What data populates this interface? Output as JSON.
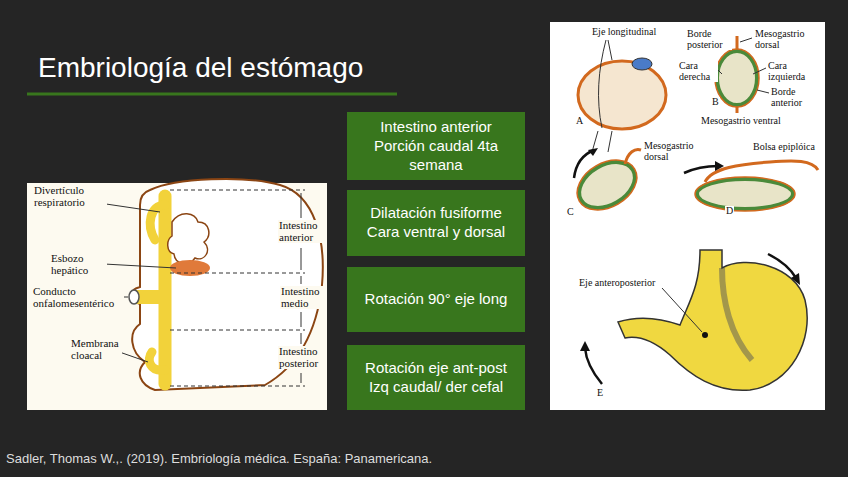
{
  "diagram": {
    "title": "Embriología del estómago",
    "caption": "Sadler, Thomas W.,. (2019). Embriología médica. España: Panamericana.",
    "nodes": [
      {
        "text": [
          "Intestino anterior Porción caudal 4ta semana"
        ]
      },
      {
        "text": [
          "Dilatación fusiforme Cara ventral y dorsal"
        ]
      },
      {
        "text": [
          "Rotación 90° eje long"
        ]
      },
      {
        "text": [
          "Rotación eje ant-post Izq caudal/ der cefal"
        ]
      }
    ],
    "labels": [
      "Divertículo respiratorio",
      "Esbozo hepático",
      "Conducto onfalomesentérico",
      "Membrana cloacal",
      "Intestino anterior",
      "Intestino medio",
      "Intestino posterior",
      "Eje longitudinal",
      "A",
      "Borde posterior",
      "Mesogastrio dorsal",
      "Cara derecha",
      "Cara izquierda",
      "B",
      "Borde anterior",
      "Mesogastrio ventral",
      "Mesogastrio dorsal",
      "C",
      "Bolsa epiplóica",
      "D",
      "Eje anteroposterior",
      "E"
    ]
  }
}
